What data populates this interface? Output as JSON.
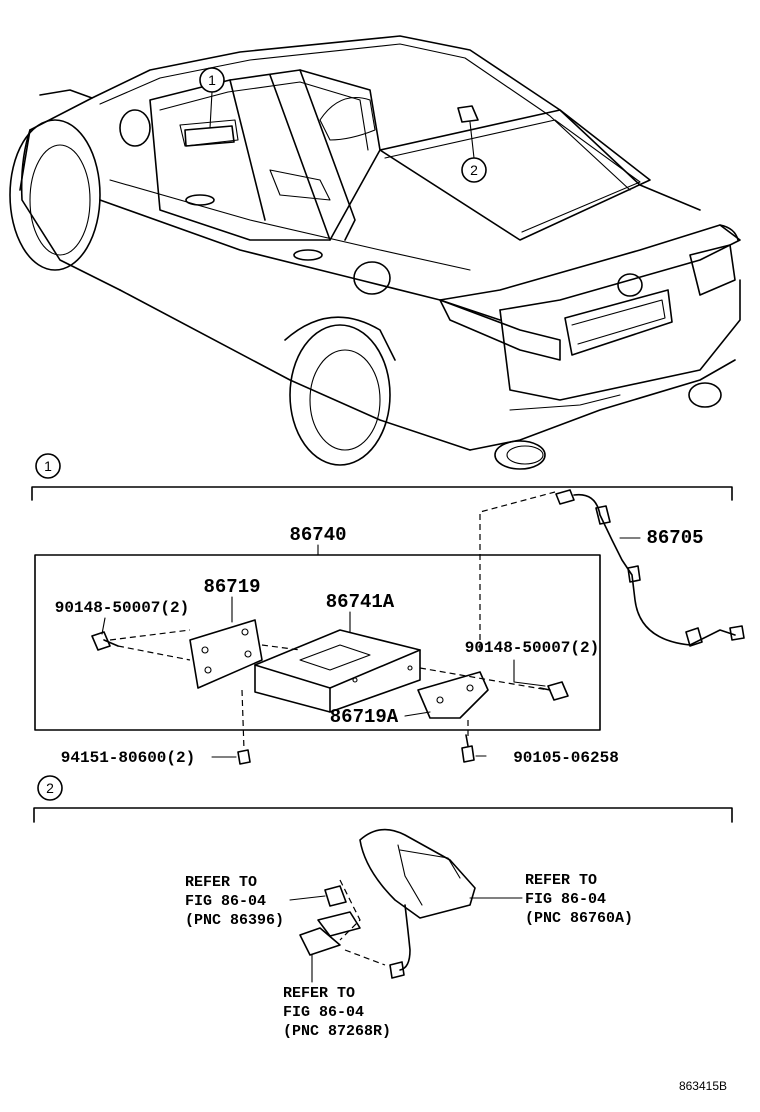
{
  "callouts": {
    "one": "1",
    "two": "2"
  },
  "section1": {
    "parts": {
      "p86740": "86740",
      "p86705": "86705",
      "p86719": "86719",
      "p86741A": "86741A",
      "p86719A": "86719A",
      "bolt_left": "90148-50007(2)",
      "bolt_right": "90148-50007(2)",
      "nut": "94151-80600(2)",
      "screw": "90105-06258"
    }
  },
  "section2": {
    "ref_left": {
      "line1": "REFER TO",
      "line2": "FIG 86-04",
      "line3": "(PNC 86396)"
    },
    "ref_right": {
      "line1": "REFER TO",
      "line2": "FIG 86-04",
      "line3": "(PNC 86760A)"
    },
    "ref_bottom": {
      "line1": "REFER TO",
      "line2": "FIG 86-04",
      "line3": "(PNC 87268R)"
    }
  },
  "diagram_code": "863415B"
}
